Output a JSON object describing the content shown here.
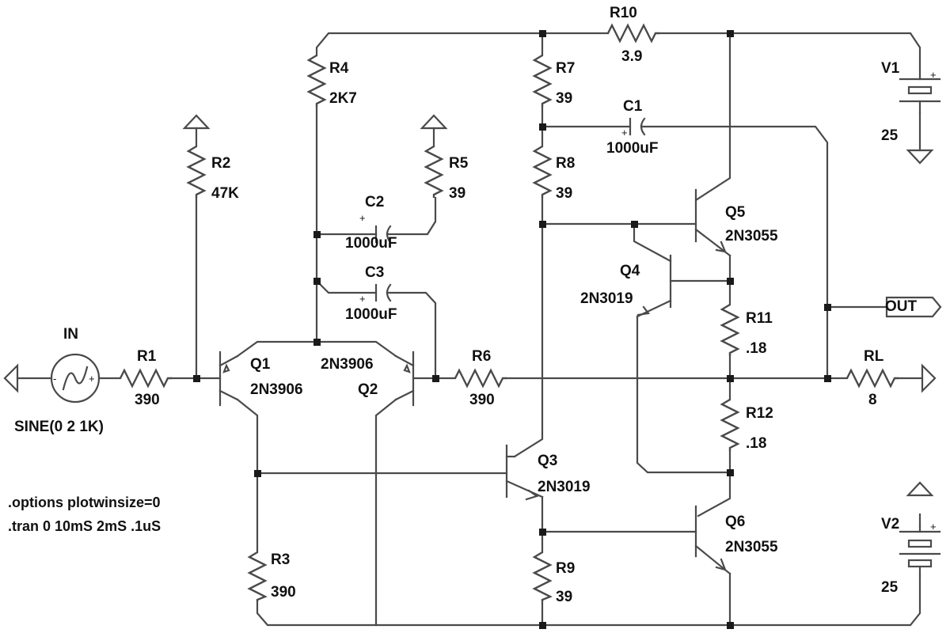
{
  "components": {
    "R1": {
      "name": "R1",
      "value": "390"
    },
    "R2": {
      "name": "R2",
      "value": "47K"
    },
    "R3": {
      "name": "R3",
      "value": "390"
    },
    "R4": {
      "name": "R4",
      "value": "2K7"
    },
    "R5": {
      "name": "R5",
      "value": "39"
    },
    "R6": {
      "name": "R6",
      "value": "390"
    },
    "R7": {
      "name": "R7",
      "value": "39"
    },
    "R8": {
      "name": "R8",
      "value": "39"
    },
    "R9": {
      "name": "R9",
      "value": "39"
    },
    "R10": {
      "name": "R10",
      "value": "3.9"
    },
    "R11": {
      "name": "R11",
      "value": ".18"
    },
    "R12": {
      "name": "R12",
      "value": ".18"
    },
    "RL": {
      "name": "RL",
      "value": "8"
    },
    "C1": {
      "name": "C1",
      "value": "1000uF"
    },
    "C2": {
      "name": "C2",
      "value": "1000uF"
    },
    "C3": {
      "name": "C3",
      "value": "1000uF"
    },
    "Q1": {
      "name": "Q1",
      "value": "2N3906"
    },
    "Q2": {
      "name": "Q2",
      "value": "2N3906"
    },
    "Q3": {
      "name": "Q3",
      "value": "2N3019"
    },
    "Q4": {
      "name": "Q4",
      "value": "2N3019"
    },
    "Q5": {
      "name": "Q5",
      "value": "2N3055"
    },
    "Q6": {
      "name": "Q6",
      "value": "2N3055"
    },
    "V1": {
      "name": "V1",
      "value": "25"
    },
    "V2": {
      "name": "V2",
      "value": "25"
    },
    "IN": {
      "name": "IN",
      "value": "SINE(0 2 1K)"
    }
  },
  "port_out": "OUT",
  "polarity": {
    "plus": "+",
    "minus": "-"
  },
  "directives": [
    ".options plotwinsize=0",
    ".tran 0 10mS 2mS .1uS"
  ]
}
